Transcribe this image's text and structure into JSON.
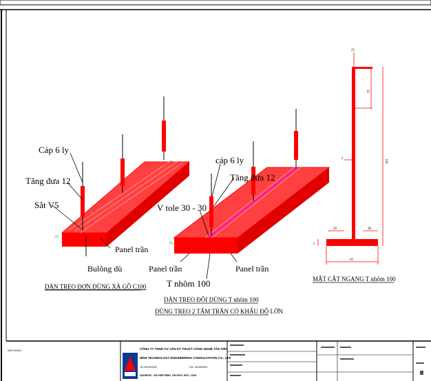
{
  "left_diagram": {
    "labels": {
      "cable": "Cáp 6 ly",
      "turnbuckle": "Tăng đưa 12",
      "angle_steel": "Sắt V5",
      "panel": "Panel trần",
      "bolt": "Bulông dù"
    },
    "caption": "DÀN TREO ĐƠN DÙNG XÀ GỒ C100"
  },
  "middle_diagram": {
    "labels": {
      "cable": "cáp 6 ly",
      "turnbuckle": "Tăng đưa 12",
      "v_sheet": "V tole 30 - 30",
      "panel_left": "Panel trần",
      "panel_right": "Panel trần",
      "t_profile": "T nhôm 100"
    },
    "caption_line1": "DÀN TREO ĐÔI DÙNG T nhôm 100",
    "caption_line2": "DÙNG TREO 2 TẤM TRẦN CÓ KHẨU ĐỘ LỚN"
  },
  "right_diagram": {
    "caption": "MẶT CẮT NGANG T nhôm 100"
  },
  "title_block": {
    "left_label": "NỘI DUNG",
    "company_line1": "CÔNG TY TNHH TƯ VẤN KỸ THUẬT CÔNG NGHỆ TÂN TIẾN",
    "company_line2": "NEW TECHNOLOGY ENGINEERING CONSULTATION CO., LTD",
    "company_tel": "Tel: 08.3000000",
    "company_fax": "Fax: 08.3000000",
    "company_address": "ADDRESS : 330 HIỆP BÌNH, THỦ ĐỨC DIST., HCM"
  },
  "colors": {
    "structure_red": "#ff0000",
    "magenta_line": "#ff00ff",
    "ink": "#000000"
  }
}
